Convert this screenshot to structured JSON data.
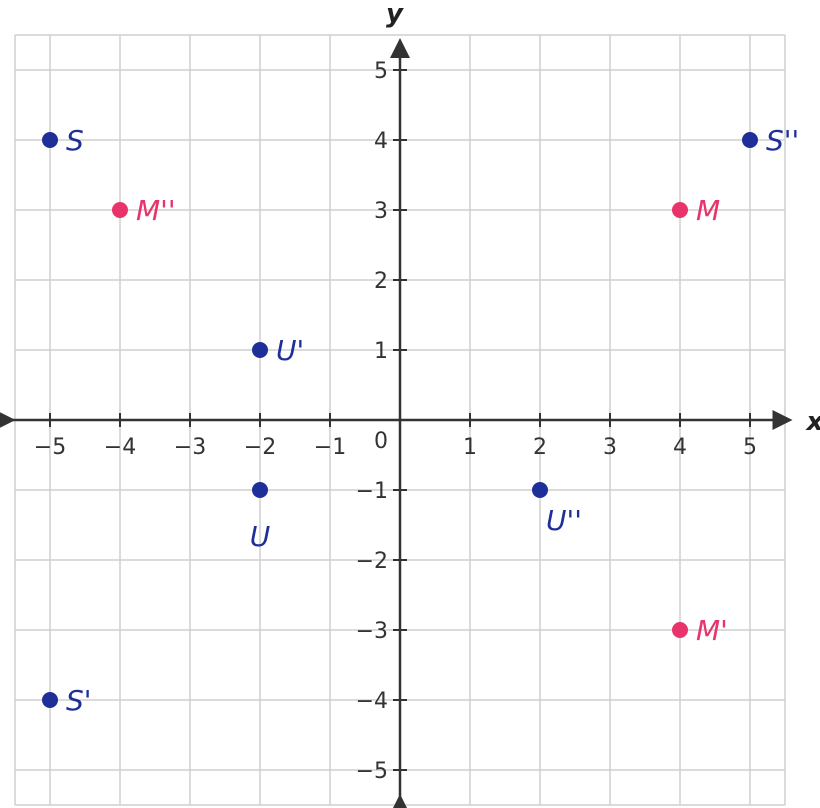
{
  "chart_data": {
    "type": "scatter",
    "title": "",
    "xlabel": "x",
    "ylabel": "y",
    "xlim": [
      -5,
      5
    ],
    "ylim": [
      -5,
      5
    ],
    "grid": true,
    "x_ticks": [
      {
        "value": -5,
        "label": "−5"
      },
      {
        "value": -4,
        "label": "−4"
      },
      {
        "value": -3,
        "label": "−3"
      },
      {
        "value": -2,
        "label": "−2"
      },
      {
        "value": -1,
        "label": "−1"
      },
      {
        "value": 1,
        "label": "1"
      },
      {
        "value": 2,
        "label": "2"
      },
      {
        "value": 3,
        "label": "3"
      },
      {
        "value": 4,
        "label": "4"
      },
      {
        "value": 5,
        "label": "5"
      }
    ],
    "y_ticks": [
      {
        "value": 5,
        "label": "5"
      },
      {
        "value": 4,
        "label": "4"
      },
      {
        "value": 3,
        "label": "3"
      },
      {
        "value": 2,
        "label": "2"
      },
      {
        "value": 1,
        "label": "1"
      },
      {
        "value": -1,
        "label": "−1"
      },
      {
        "value": -2,
        "label": "−2"
      },
      {
        "value": -3,
        "label": "−3"
      },
      {
        "value": -4,
        "label": "−4"
      },
      {
        "value": -5,
        "label": "−5"
      }
    ],
    "origin_label": "0",
    "colors": {
      "blue": "#1f2f9a",
      "pink": "#e8336b",
      "grid": "#cfcfcf",
      "axis": "#333333"
    },
    "points": [
      {
        "label": "S",
        "x": -5,
        "y": 4,
        "color": "#1f2f9a",
        "label_pos": "right"
      },
      {
        "label": "M''",
        "x": -4,
        "y": 3,
        "color": "#e8336b",
        "label_pos": "right"
      },
      {
        "label": "M",
        "x": 4,
        "y": 3,
        "color": "#e8336b",
        "label_pos": "right"
      },
      {
        "label": "S''",
        "x": 5,
        "y": 4,
        "color": "#1f2f9a",
        "label_pos": "right"
      },
      {
        "label": "U'",
        "x": -2,
        "y": 1,
        "color": "#1f2f9a",
        "label_pos": "right"
      },
      {
        "label": "U",
        "x": -2,
        "y": -1,
        "color": "#1f2f9a",
        "label_pos": "below"
      },
      {
        "label": "U''",
        "x": 2,
        "y": -1,
        "color": "#1f2f9a",
        "label_pos": "below-right"
      },
      {
        "label": "M'",
        "x": 4,
        "y": -3,
        "color": "#e8336b",
        "label_pos": "right"
      },
      {
        "label": "S'",
        "x": -5,
        "y": -4,
        "color": "#1f2f9a",
        "label_pos": "right"
      }
    ]
  }
}
